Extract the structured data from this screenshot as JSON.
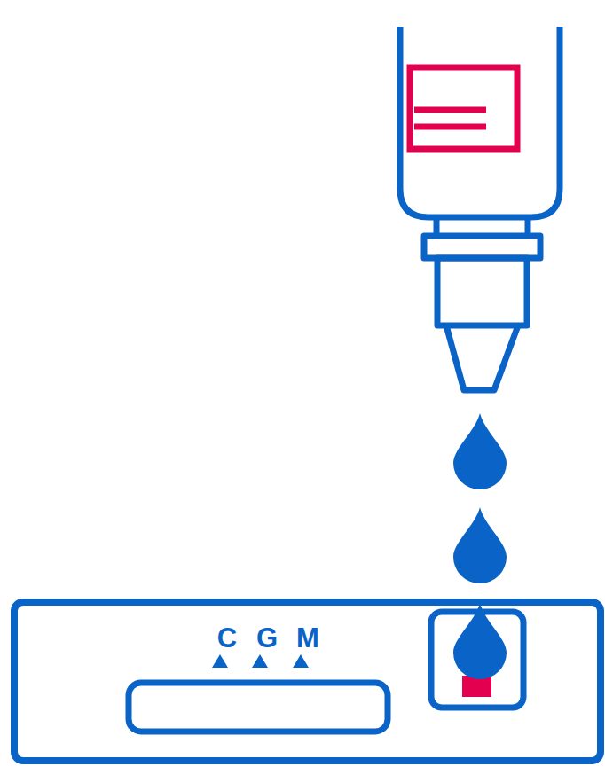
{
  "diagram": {
    "nodes": [
      {
        "text": [
          "C",
          "G",
          "M"
        ]
      }
    ]
  }
}
